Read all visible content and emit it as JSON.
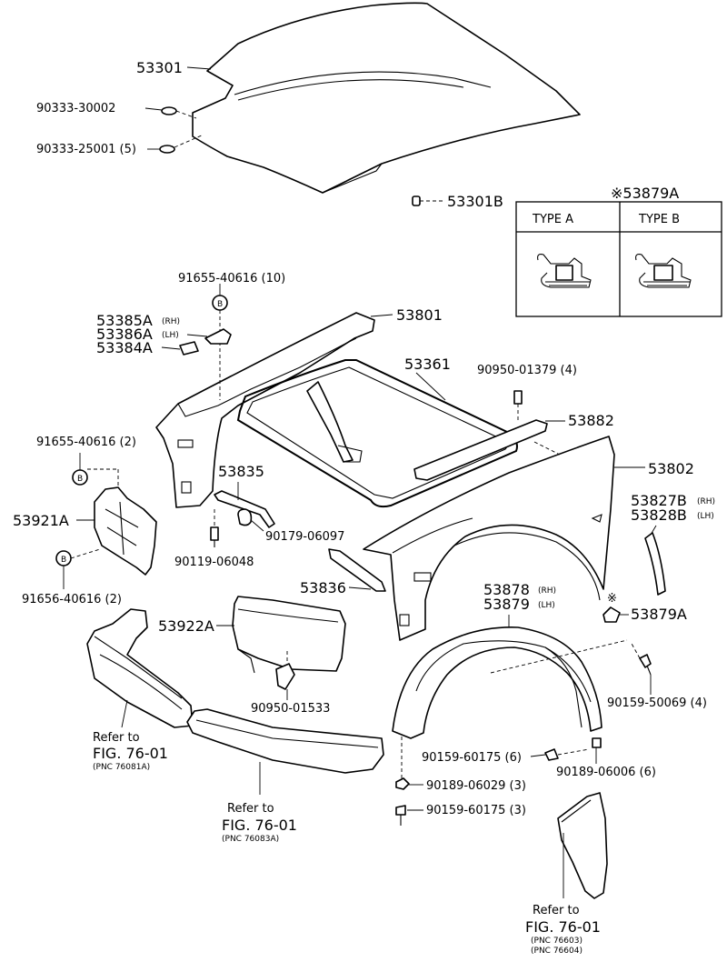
{
  "parts": {
    "p53301": "53301",
    "p90333_30002": "90333-30002",
    "p90333_25001": "90333-25001 (5)",
    "p53301B": "53301B",
    "p53879A_box": "※53879A",
    "type_a": "TYPE  A",
    "type_b": "TYPE  B",
    "p91655_40616_10": "91655-40616 (10)",
    "p53385A": "53385A",
    "p53386A": "53386A",
    "p53384A": "53384A",
    "p53801": "53801",
    "p53361": "53361",
    "p90950_01379": "90950-01379 (4)",
    "p53882": "53882",
    "p91655_40616_2": "91655-40616 (2)",
    "p53835": "53835",
    "p53802": "53802",
    "p53921A": "53921A",
    "p90179_06097": "90179-06097",
    "p90119_06048": "90119-06048",
    "p53827B": "53827B",
    "p53828B": "53828B",
    "p91656_40616_2": "91656-40616 (2)",
    "p53836": "53836",
    "p53878": "53878",
    "p53879": "53879",
    "p53879A_mark": "※",
    "p53879A": "53879A",
    "p53922A": "53922A",
    "p90950_01533": "90950-01533",
    "p90159_50069": "90159-50069 (4)",
    "p90159_60175_6": "90159-60175 (6)",
    "p90189_06006": "90189-06006 (6)",
    "p90189_06029": "90189-06029 (3)",
    "p90159_60175_3": "90159-60175 (3)",
    "rh": "(RH)",
    "lh": "(LH)",
    "circle_b": "B"
  },
  "refs": {
    "refer_to": "Refer to",
    "fig": "FIG. 76-01",
    "pnc_a": "(PNC 76081A)",
    "pnc_b": "(PNC 76083A)",
    "pnc_c1": "(PNC 76603)",
    "pnc_c2": "(PNC 76604)"
  }
}
